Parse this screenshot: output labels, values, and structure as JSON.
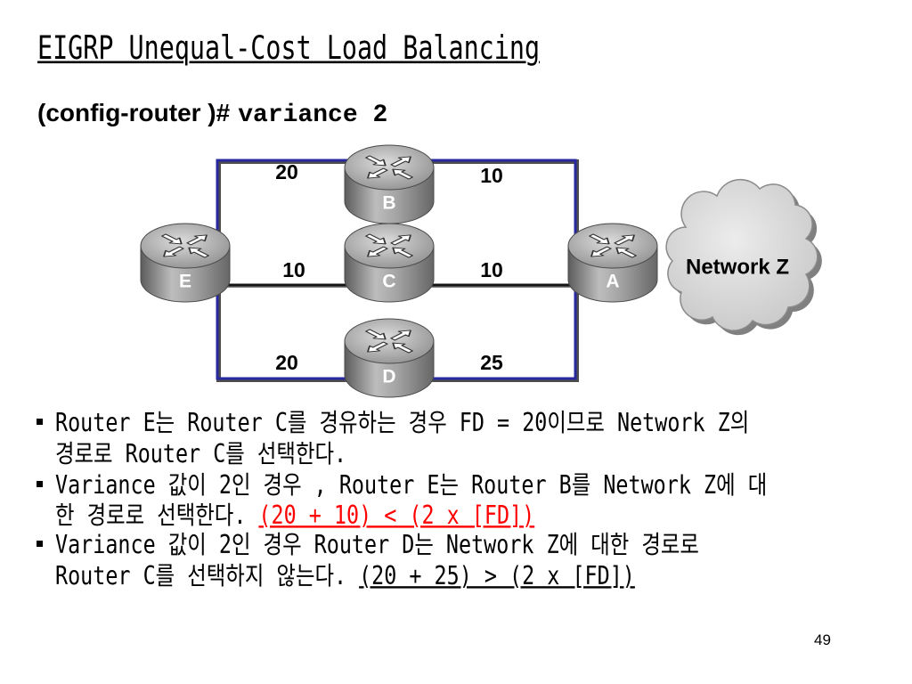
{
  "slide": {
    "title": "EIGRP Unequal-Cost Load Balancing",
    "command_prompt": "(config-router )#",
    "command_value": "variance 2",
    "page_number": "49"
  },
  "diagram": {
    "router_icon": "router-icon",
    "cloud_icon": "cloud-icon",
    "router_labels": {
      "E": "E",
      "B": "B",
      "C": "C",
      "D": "D",
      "A": "A"
    },
    "link_metrics": {
      "E-B": "20",
      "B-A": "10",
      "E-C": "10",
      "C-A": "10",
      "E-D": "20",
      "D-A": "25"
    },
    "cloud_label": "Network Z"
  },
  "bullets": [
    {
      "line_1": "Router E는 Router C를 경유하는 경우 FD = 20이므로 Network Z의",
      "line_2": "경로로 Router C를 선택한다."
    },
    {
      "line_1": "Variance 값이 2인 경우 , Router E는 Router B를 Network Z에 대",
      "line_2": "한 경로로 선택한다.",
      "formula": "(20 + 10) < (2 x [FD])"
    },
    {
      "line_1": "Variance 값이 2인 경우 Router D는 Network Z에 대한 경로로",
      "line_2": "Router C를 선택하지 않는다.",
      "formula": "(20 + 25) > (2 x [FD])"
    }
  ],
  "colors": {
    "formula_highlight": "#ff0000",
    "formula_plain": "#000000",
    "outer_links": "#2828a0",
    "inner_links": "#151515"
  }
}
